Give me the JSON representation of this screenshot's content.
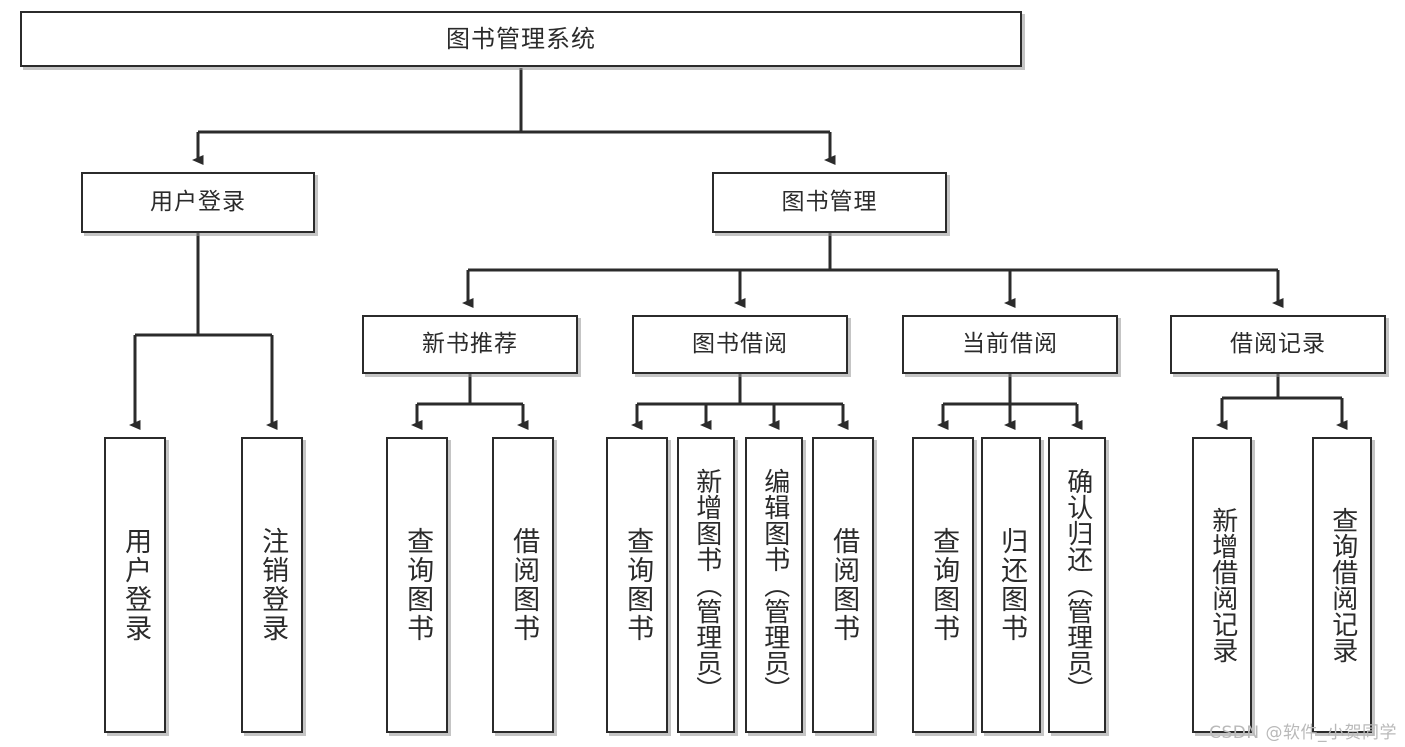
{
  "diagram": {
    "type": "hierarchy-tree",
    "title": "图书管理系统",
    "watermark": "CSDN @软件_小贺同学",
    "colors": {
      "box_border": "#2b2b2b",
      "box_fill": "#ffffff",
      "edge": "#2b2b2b",
      "background": "#ffffff",
      "watermark": "#b9b9b9"
    },
    "root": {
      "label": "图书管理系统",
      "level": 0
    },
    "level1": [
      {
        "label": "用户登录"
      },
      {
        "label": "图书管理"
      }
    ],
    "level2": [
      {
        "label": "新书推荐",
        "parent": "图书管理"
      },
      {
        "label": "图书借阅",
        "parent": "图书管理"
      },
      {
        "label": "当前借阅",
        "parent": "图书管理"
      },
      {
        "label": "借阅记录",
        "parent": "图书管理"
      }
    ],
    "leaves": {
      "用户登录": [
        {
          "label": "用户登录"
        },
        {
          "label": "注销登录"
        }
      ],
      "新书推荐": [
        {
          "label": "查询图书"
        },
        {
          "label": "借阅图书"
        }
      ],
      "图书借阅": [
        {
          "label": "查询图书"
        },
        {
          "label": "新增图书（管理员）"
        },
        {
          "label": "编辑图书（管理员）"
        },
        {
          "label": "借阅图书"
        }
      ],
      "当前借阅": [
        {
          "label": "查询图书"
        },
        {
          "label": "归还图书"
        },
        {
          "label": "确认归还（管理员）"
        }
      ],
      "借阅记录": [
        {
          "label": "新增借阅记录"
        },
        {
          "label": "查询借阅记录"
        }
      ]
    }
  }
}
